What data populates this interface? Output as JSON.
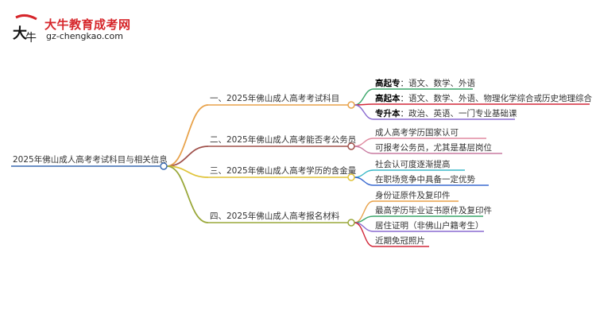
{
  "brand": {
    "name": "大牛教育成考网",
    "url": "gz-chengkao.com",
    "logo_glyph": "大牛"
  },
  "mindmap": {
    "root": "2025年佛山成人高考考试科目与相关信息",
    "branches": [
      {
        "label": "一、2025年佛山成人高考考试科目",
        "color": "#e8a24a",
        "leaves": [
          {
            "bold": "高起专",
            "text": "：语文、数学、外语",
            "color": "#3aa66a"
          },
          {
            "bold": "高起本",
            "text": "：语文、数学、外语、物理化学综合或历史地理综合",
            "color": "#d2283a"
          },
          {
            "bold": "专升本",
            "text": "：政治、英语、一门专业基础课",
            "color": "#8a6ad0"
          }
        ]
      },
      {
        "label": "二、2025年佛山成人高考能否考公务员",
        "color": "#a0524c",
        "leaves": [
          {
            "bold": "",
            "text": "成人高考学历国家认可",
            "color": "#e08aa0"
          },
          {
            "bold": "",
            "text": "可报考公务员，尤其是基层岗位",
            "color": "#c87aa0"
          }
        ]
      },
      {
        "label": "三、2025年佛山成人高考学历的含金量",
        "color": "#e0c43a",
        "leaves": [
          {
            "bold": "",
            "text": "社会认可度逐渐提高",
            "color": "#3ab8c8"
          },
          {
            "bold": "",
            "text": "在职场竞争中具备一定优势",
            "color": "#3a6ad0"
          }
        ]
      },
      {
        "label": "四、2025年佛山成人高考报名材料",
        "color": "#9aa83a",
        "leaves": [
          {
            "bold": "",
            "text": "身份证原件及复印件",
            "color": "#e8a24a"
          },
          {
            "bold": "",
            "text": "最高学历毕业证书原件及复印件",
            "color": "#3aa66a"
          },
          {
            "bold": "",
            "text": "居住证明（非佛山户籍考生）",
            "color": "#8a6ad0"
          },
          {
            "bold": "",
            "text": "近期免冠照片",
            "color": "#d2283a"
          }
        ]
      }
    ]
  }
}
